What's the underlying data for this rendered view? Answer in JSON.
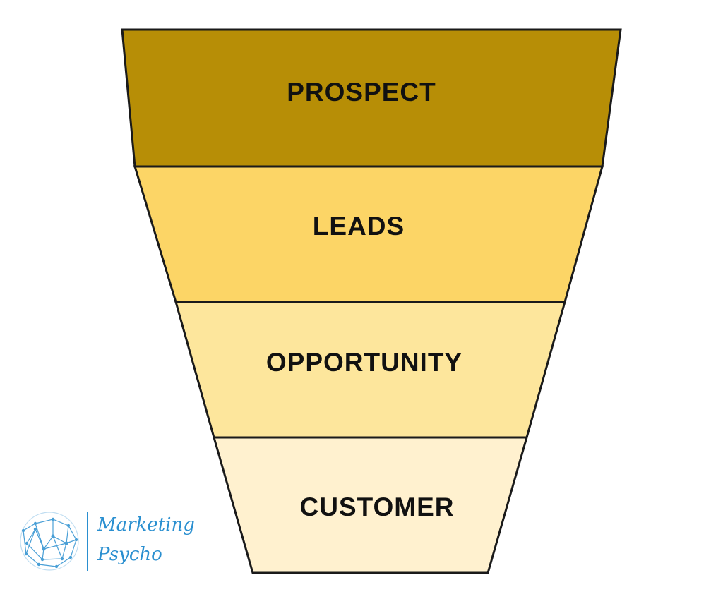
{
  "funnel": {
    "stages": [
      {
        "label": "PROSPECT",
        "color": "#b78e06"
      },
      {
        "label": "LEADS",
        "color": "#fcd566"
      },
      {
        "label": "OPPORTUNITY",
        "color": "#fde69c"
      },
      {
        "label": "CUSTOMER",
        "color": "#fff1cf"
      }
    ],
    "outline_color": "#1a1a1a"
  },
  "logo": {
    "line1": "Marketing",
    "line2": "Psycho",
    "color": "#2a8fd0"
  }
}
